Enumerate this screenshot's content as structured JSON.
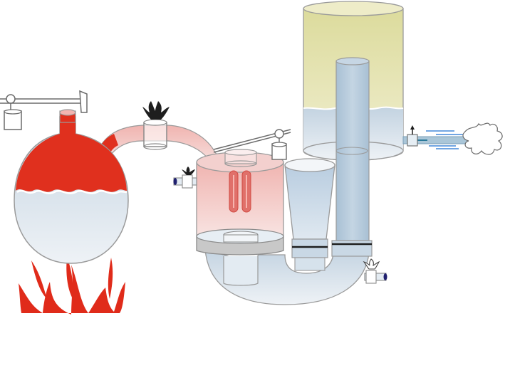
{
  "diagram": {
    "colors": {
      "hot_fluid": "#e0301e",
      "hot_fluid_light": "#f1a7a4",
      "water": "#cfdbe6",
      "water_dark": "#a9c2d6",
      "steam_top": "#e6e4b0",
      "outline": "#6b6b6b",
      "flame": "#e02b1a",
      "grey_band": "#c8c8c8",
      "dark": "#222222",
      "valve_cap": "#1f1f6e"
    },
    "components": [
      "boiler-flask",
      "burner-flames",
      "lever-safety-valve",
      "steam-pipe",
      "pipe-valve",
      "heater-chamber",
      "conical-tank",
      "u-pipe",
      "tall-cylinder",
      "outlet-pipe",
      "water-jet"
    ]
  }
}
